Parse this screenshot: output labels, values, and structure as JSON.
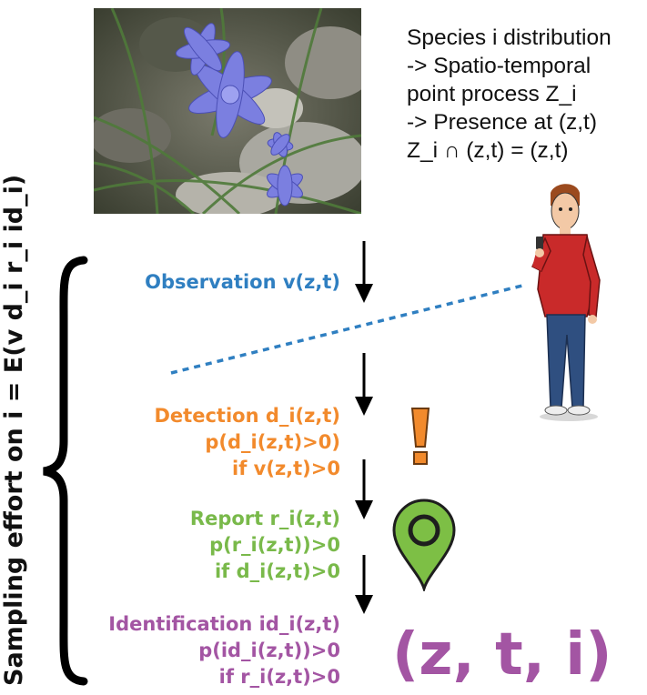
{
  "species_text": {
    "line1": "Species i distribution",
    "line2": "-> Spatio-temporal",
    "line3": "point process Z_i",
    "line4": "-> Presence at (z,t)",
    "line5": "Z_i ∩ (z,t) = (z,t)"
  },
  "side_label": "Sampling effort on i = E(v d_i r_i id_i)",
  "steps": {
    "observation": {
      "line1": "Observation v(z,t)"
    },
    "detection": {
      "line1": "Detection d_i(z,t)",
      "line2": "p(d_i(z,t)>0)",
      "line3": "if v(z,t)>0"
    },
    "report": {
      "line1": "Report r_i(z,t)",
      "line2": "p(r_i(z,t))>0",
      "line3": "if d_i(z,t)>0"
    },
    "identification": {
      "line1": "Identification id_i(z,t)",
      "line2": "p(id_i(z,t))>0",
      "line3": "if r_i(z,t)>0"
    }
  },
  "result": "(z, t, i)",
  "colors": {
    "observation": "#2f7fc1",
    "detection": "#f28a2c",
    "report": "#79b94a",
    "identification": "#a355a3"
  },
  "icons": [
    "flower-photo",
    "person-icon",
    "exclamation-icon",
    "location-pin-icon",
    "down-arrow-icon",
    "curly-brace"
  ]
}
